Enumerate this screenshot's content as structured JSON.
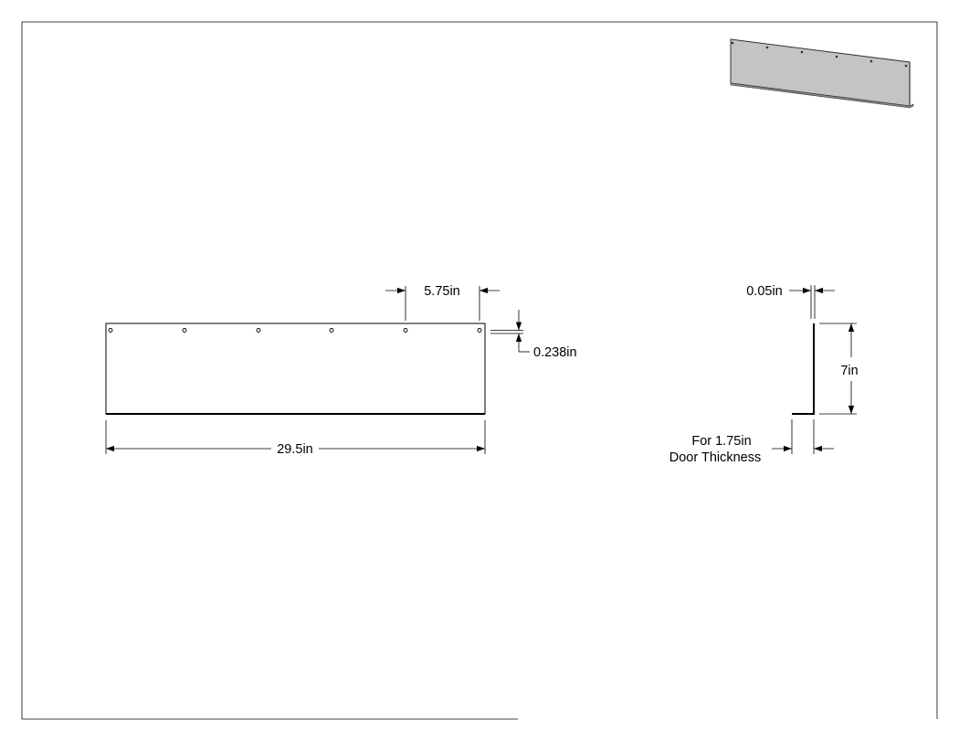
{
  "dimensions": {
    "hole_spacing": "5.75in",
    "hole_offset": "0.238in",
    "overall_length": "29.5in",
    "thickness": "0.05in",
    "height": "7in",
    "note_line1": "For 1.75in",
    "note_line2": "Door Thickness"
  }
}
